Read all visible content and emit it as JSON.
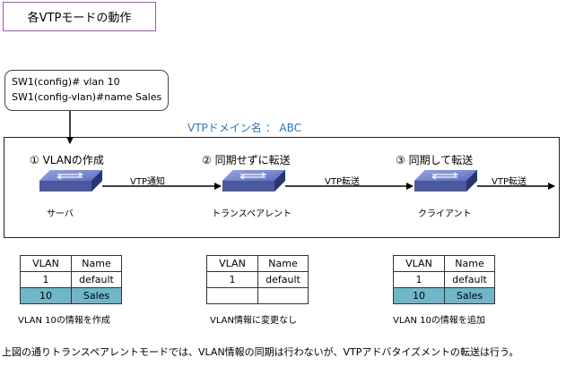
{
  "title": "各VTPモードの動作",
  "cli": {
    "line1": "SW1(config)# vlan 10",
    "line2": "SW1(config-vlan)#name Sales"
  },
  "domain_label": "VTPドメイン名 ： ABC",
  "switches": [
    {
      "mode": "①  VLANの作成",
      "role": "サーバ"
    },
    {
      "mode": "②  同期せずに転送",
      "role": "トランスペアレント"
    },
    {
      "mode": "③  同期して転送",
      "role": "クライアント"
    }
  ],
  "arrows": {
    "a1": "VTP通知",
    "a2": "VTP転送",
    "a3": "VTP転送"
  },
  "tables": [
    {
      "header": [
        "VLAN",
        "Name"
      ],
      "rows": [
        [
          "1",
          "default"
        ],
        [
          "10",
          "Sales"
        ]
      ],
      "caption": "VLAN 10の情報を作成"
    },
    {
      "header": [
        "VLAN",
        "Name"
      ],
      "rows": [
        [
          "1",
          "default"
        ],
        [
          "",
          ""
        ]
      ],
      "caption": "VLAN情報に変更なし"
    },
    {
      "header": [
        "VLAN",
        "Name"
      ],
      "rows": [
        [
          "1",
          "default"
        ],
        [
          "10",
          "Sales"
        ]
      ],
      "caption": "VLAN 10の情報を追加"
    }
  ],
  "colors": {
    "highlight": "#6fb7c8",
    "accent": "#2e75b6",
    "title_border": "#9b59b6",
    "switch_body": "#3d4a8a"
  },
  "footer": "上図の通りトランスペアレントモードでは、VLAN情報の同期は行わないが、VTPアドバタイズメントの転送は行う。"
}
